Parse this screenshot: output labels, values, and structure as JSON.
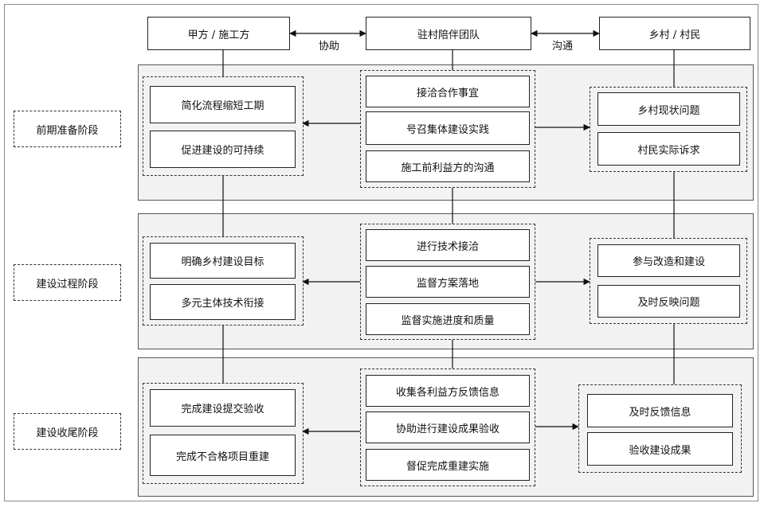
{
  "top": {
    "client": "甲方 / 施工方",
    "team": "驻村陪伴团队",
    "village": "乡村 / 村民",
    "link_left": "协助",
    "link_right": "沟通"
  },
  "stages": [
    {
      "label": "前期准备阶段",
      "left": [
        "简化流程缩短工期",
        "促进建设的可持续"
      ],
      "center": [
        "接洽合作事宜",
        "号召集体建设实践",
        "施工前利益方的沟通"
      ],
      "right": [
        "乡村现状问题",
        "村民实际诉求"
      ]
    },
    {
      "label": "建设过程阶段",
      "left": [
        "明确乡村建设目标",
        "多元主体技术衔接"
      ],
      "center": [
        "进行技术接洽",
        "监督方案落地",
        "监督实施进度和质量"
      ],
      "right": [
        "参与改造和建设",
        "及时反映问题"
      ]
    },
    {
      "label": "建设收尾阶段",
      "left": [
        "完成建设提交验收",
        "完成不合格项目重建"
      ],
      "center": [
        "收集各利益方反馈信息",
        "协助进行建设成果验收",
        "督促完成重建实施"
      ],
      "right": [
        "及时反馈信息",
        "验收建设成果"
      ]
    }
  ]
}
